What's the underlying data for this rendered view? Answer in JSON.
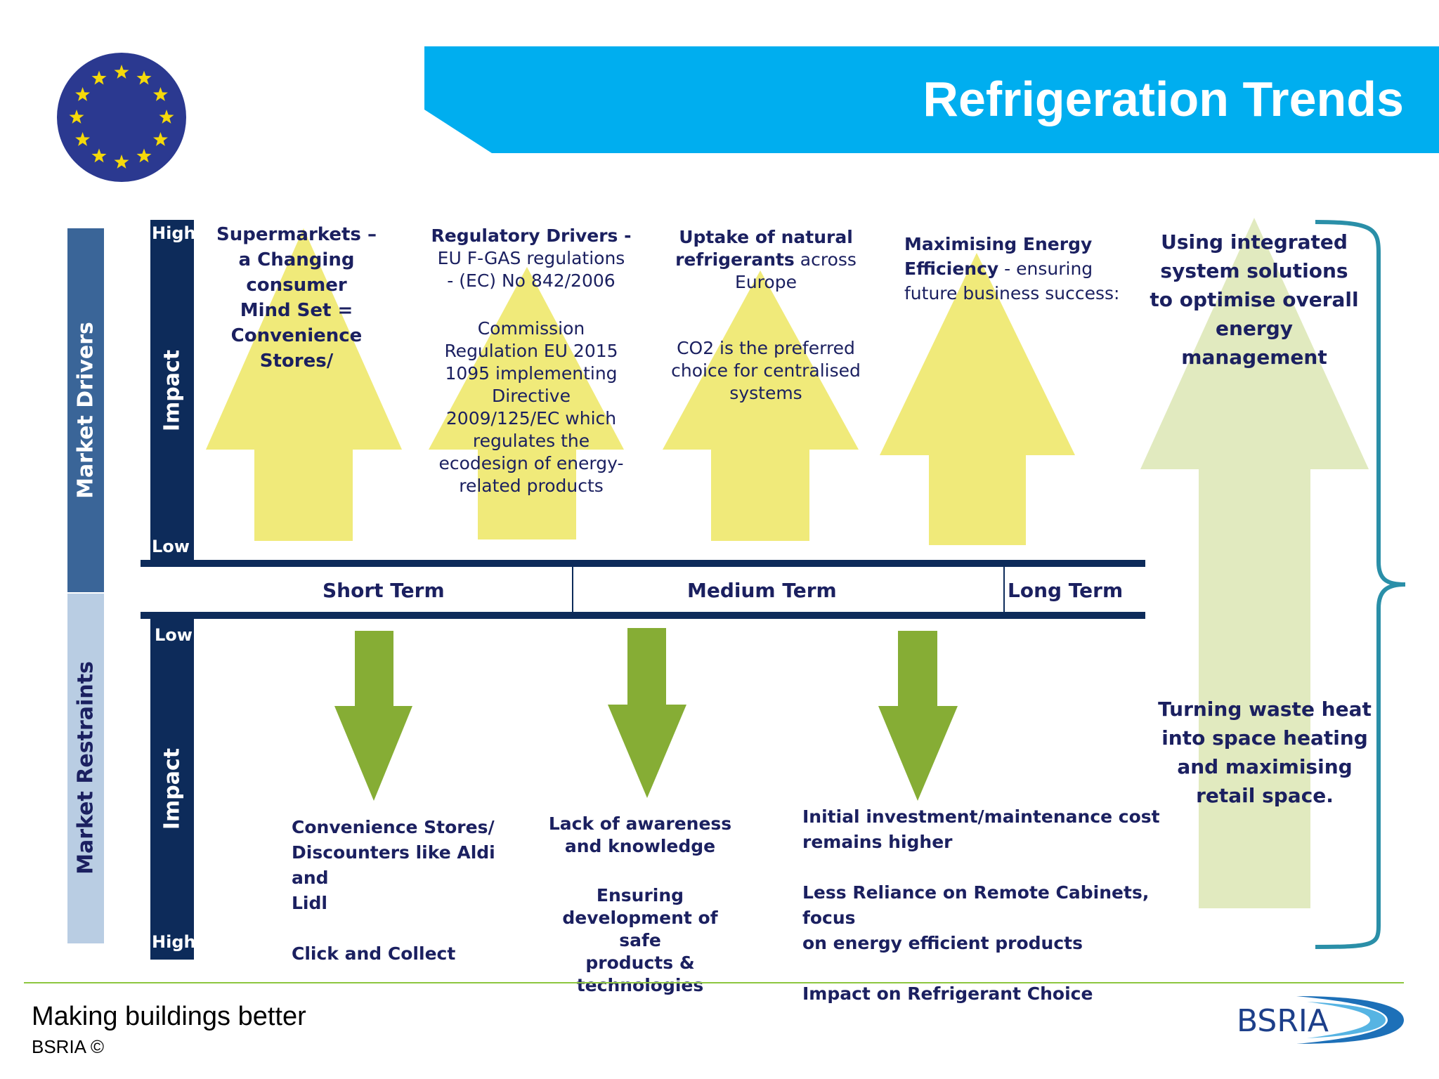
{
  "header": {
    "title": "Refrigeration Trends",
    "banner_color": "#00aeef",
    "logo_icon": "eu-flag-icon"
  },
  "axes": {
    "drivers_label": "Market Drivers",
    "restraints_label": "Market Restraints",
    "impact_label": "Impact",
    "high": "High",
    "low": "Low",
    "terms": [
      "Short Term",
      "Medium Term",
      "Long Term"
    ]
  },
  "drivers": [
    {
      "heading_lines": [
        "Supermarkets –",
        "a Changing",
        "consumer",
        "Mind Set =",
        "Convenience",
        "Stores/"
      ]
    },
    {
      "heading": "Regulatory Drivers -",
      "lines": [
        "EU F-GAS regulations",
        "- (EC) No 842/2006"
      ],
      "body_lines": [
        "Commission",
        "Regulation EU 2015",
        "1095 implementing",
        "Directive",
        "2009/125/EC which",
        "regulates the",
        "ecodesign of energy-",
        "related products"
      ]
    },
    {
      "heading": "Uptake of natural",
      "heading2_bold": "refrigerants",
      "heading2_rest": " across",
      "line3": "Europe",
      "body_lines": [
        "CO2 is the preferred",
        "choice for centralised",
        "systems"
      ]
    },
    {
      "heading": "Maximising Energy",
      "heading2_bold": "Efficiency",
      "heading2_rest": " - ensuring",
      "line3": "future business success:"
    }
  ],
  "integrated": {
    "top_lines": [
      "Using integrated",
      "system solutions",
      "to optimise overall",
      "energy",
      "management"
    ],
    "bottom_lines": [
      "Turning waste heat",
      "into space heating",
      "and maximising",
      "retail space."
    ]
  },
  "restraints": [
    {
      "lines": [
        "Convenience Stores/",
        "Discounters like Aldi and",
        "Lidl"
      ],
      "extra": "Click and Collect"
    },
    {
      "lines": [
        "Lack of awareness",
        "and knowledge"
      ],
      "extra_lines": [
        "Ensuring",
        "development of safe",
        "products &",
        "technologies"
      ]
    },
    {
      "lines": [
        "Initial investment/maintenance cost",
        "remains higher"
      ],
      "lines2": [
        "Less  Reliance on Remote Cabinets, focus",
        "on energy efficient products"
      ],
      "extra": "Impact on Refrigerant Choice"
    }
  ],
  "footer": {
    "tagline": "Making buildings better",
    "copyright": "BSRIA ©",
    "brand": "BSRIA"
  },
  "colors": {
    "navy": "#0d2b5a",
    "drivers_bar": "#3a6598",
    "restraints_bar": "#b9cde3",
    "yellow_arrow": "#f0ea7a",
    "green_arrow": "#86ad35",
    "pale_arrow": "#e1eabf",
    "bracket": "#2a8fa8",
    "text": "#1b2060",
    "footer_line": "#8dc63f"
  }
}
